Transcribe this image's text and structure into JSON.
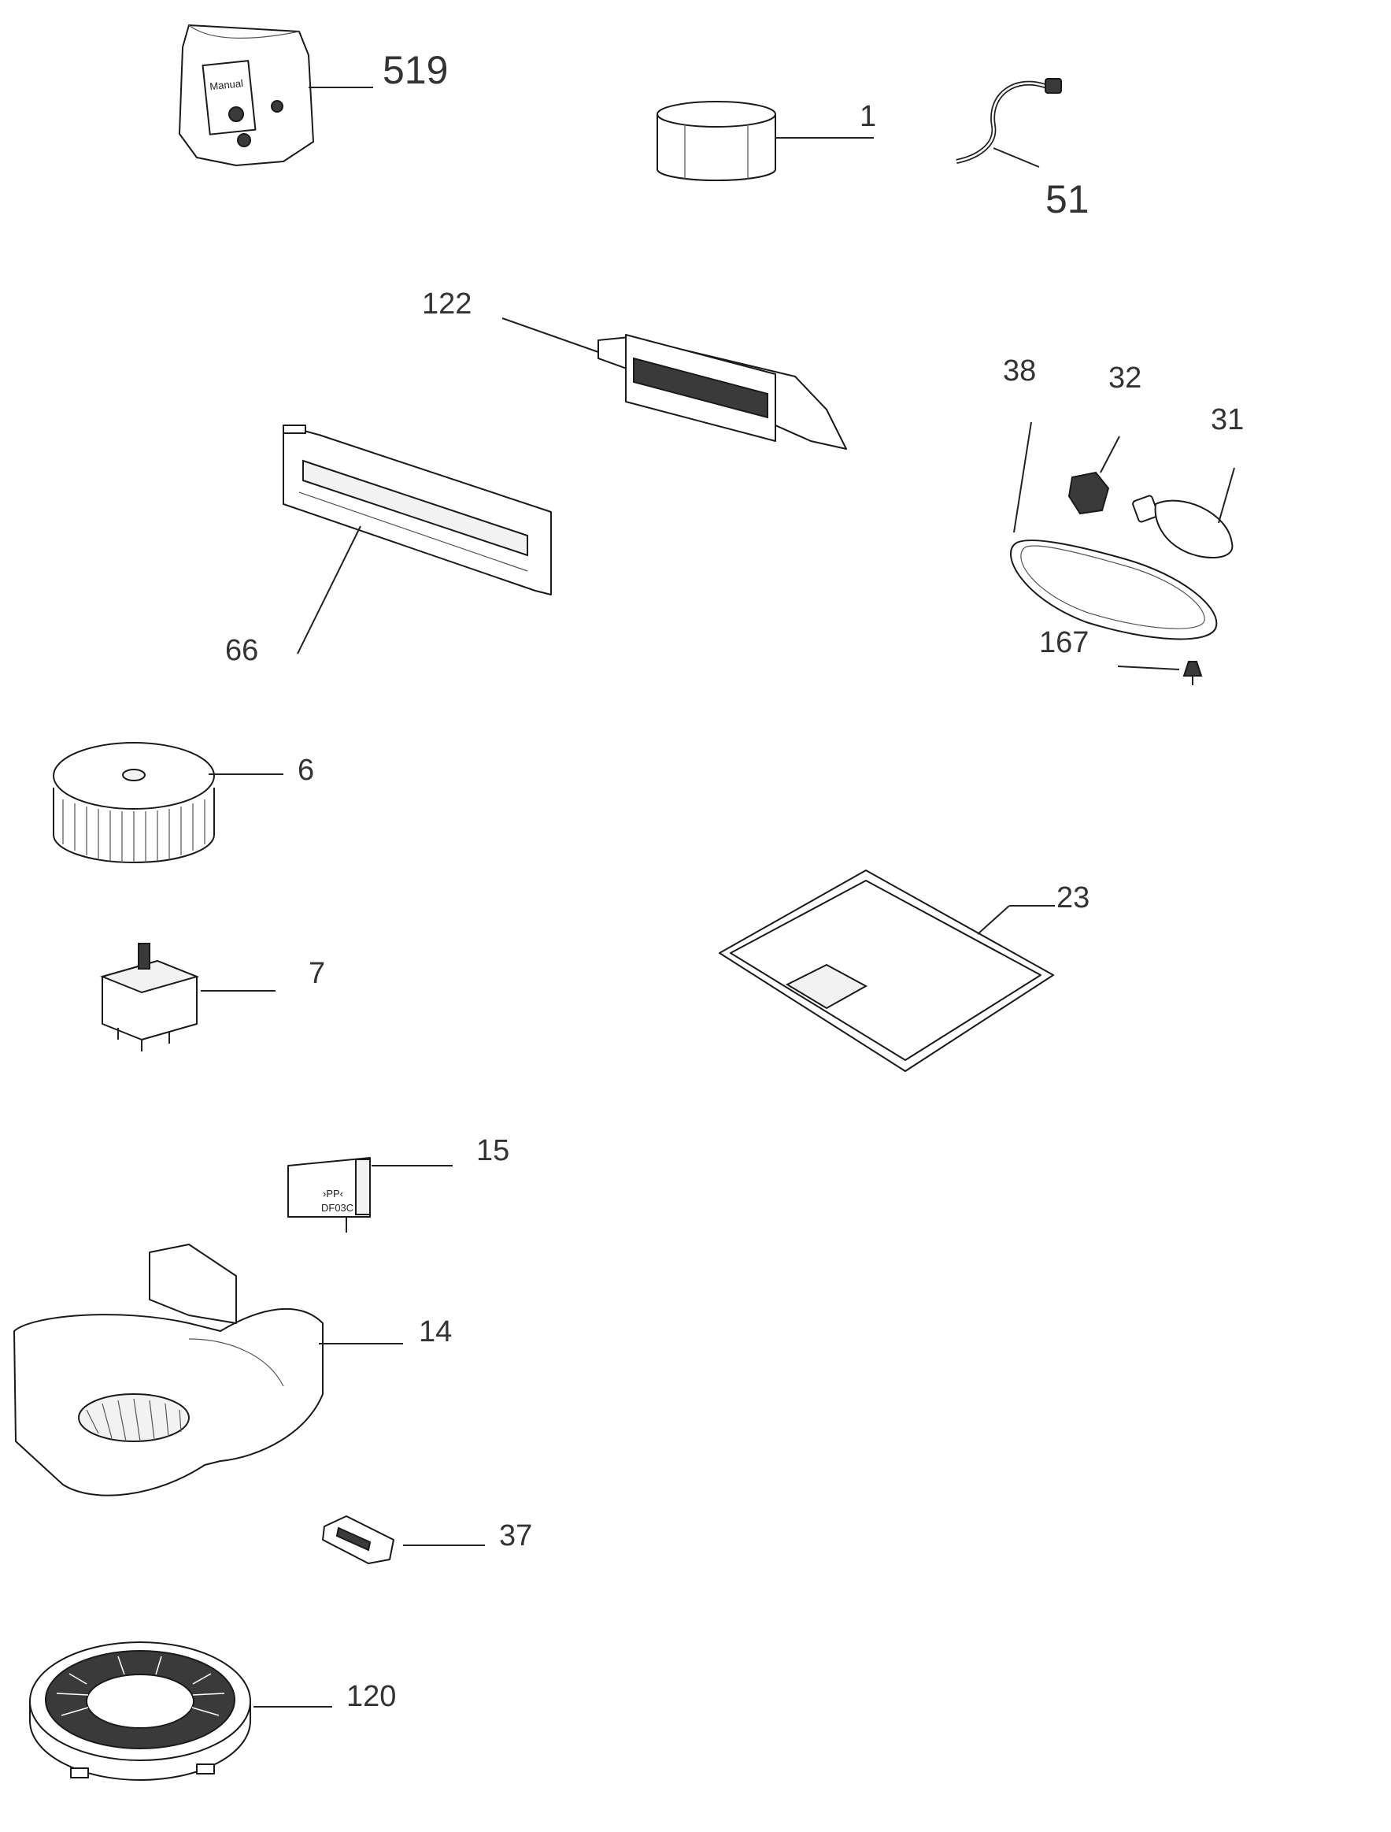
{
  "diagram": {
    "parts": [
      {
        "id": "519",
        "label": "519",
        "description_text": "Manual"
      },
      {
        "id": "1",
        "label": "1"
      },
      {
        "id": "51",
        "label": "51"
      },
      {
        "id": "122",
        "label": "122"
      },
      {
        "id": "38",
        "label": "38"
      },
      {
        "id": "32",
        "label": "32"
      },
      {
        "id": "31",
        "label": "31"
      },
      {
        "id": "66",
        "label": "66"
      },
      {
        "id": "167",
        "label": "167"
      },
      {
        "id": "6",
        "label": "6"
      },
      {
        "id": "23",
        "label": "23"
      },
      {
        "id": "7",
        "label": "7"
      },
      {
        "id": "15",
        "label": "15",
        "marking_1": "›PP‹",
        "marking_2": "DF03C"
      },
      {
        "id": "14",
        "label": "14"
      },
      {
        "id": "37",
        "label": "37"
      },
      {
        "id": "120",
        "label": "120"
      }
    ]
  }
}
